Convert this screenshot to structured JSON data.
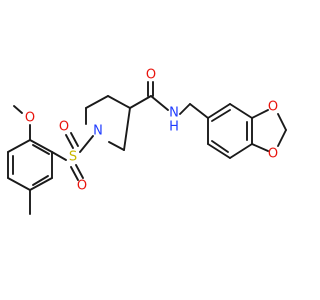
{
  "molecule": {
    "atoms": {
      "o_carbonyl": {
        "label": "O",
        "color": "#e8140d"
      },
      "n_amide": {
        "label": "N",
        "h_label": "H",
        "color": "#1f3cff"
      },
      "n_ring": {
        "label": "N",
        "color": "#1f3cff"
      },
      "s_sulfonyl": {
        "label": "S",
        "color": "#c9b800"
      },
      "o_sulfonyl_top": {
        "label": "O",
        "color": "#e8140d"
      },
      "o_sulfonyl_bottom": {
        "label": "O",
        "color": "#e8140d"
      },
      "o_methoxy": {
        "label": "O",
        "color": "#e8140d"
      },
      "o_dioxole_top": {
        "label": "O",
        "color": "#e8140d"
      },
      "o_dioxole_bottom": {
        "label": "O",
        "color": "#e8140d"
      }
    },
    "bond_color": "#1a1a1a"
  }
}
